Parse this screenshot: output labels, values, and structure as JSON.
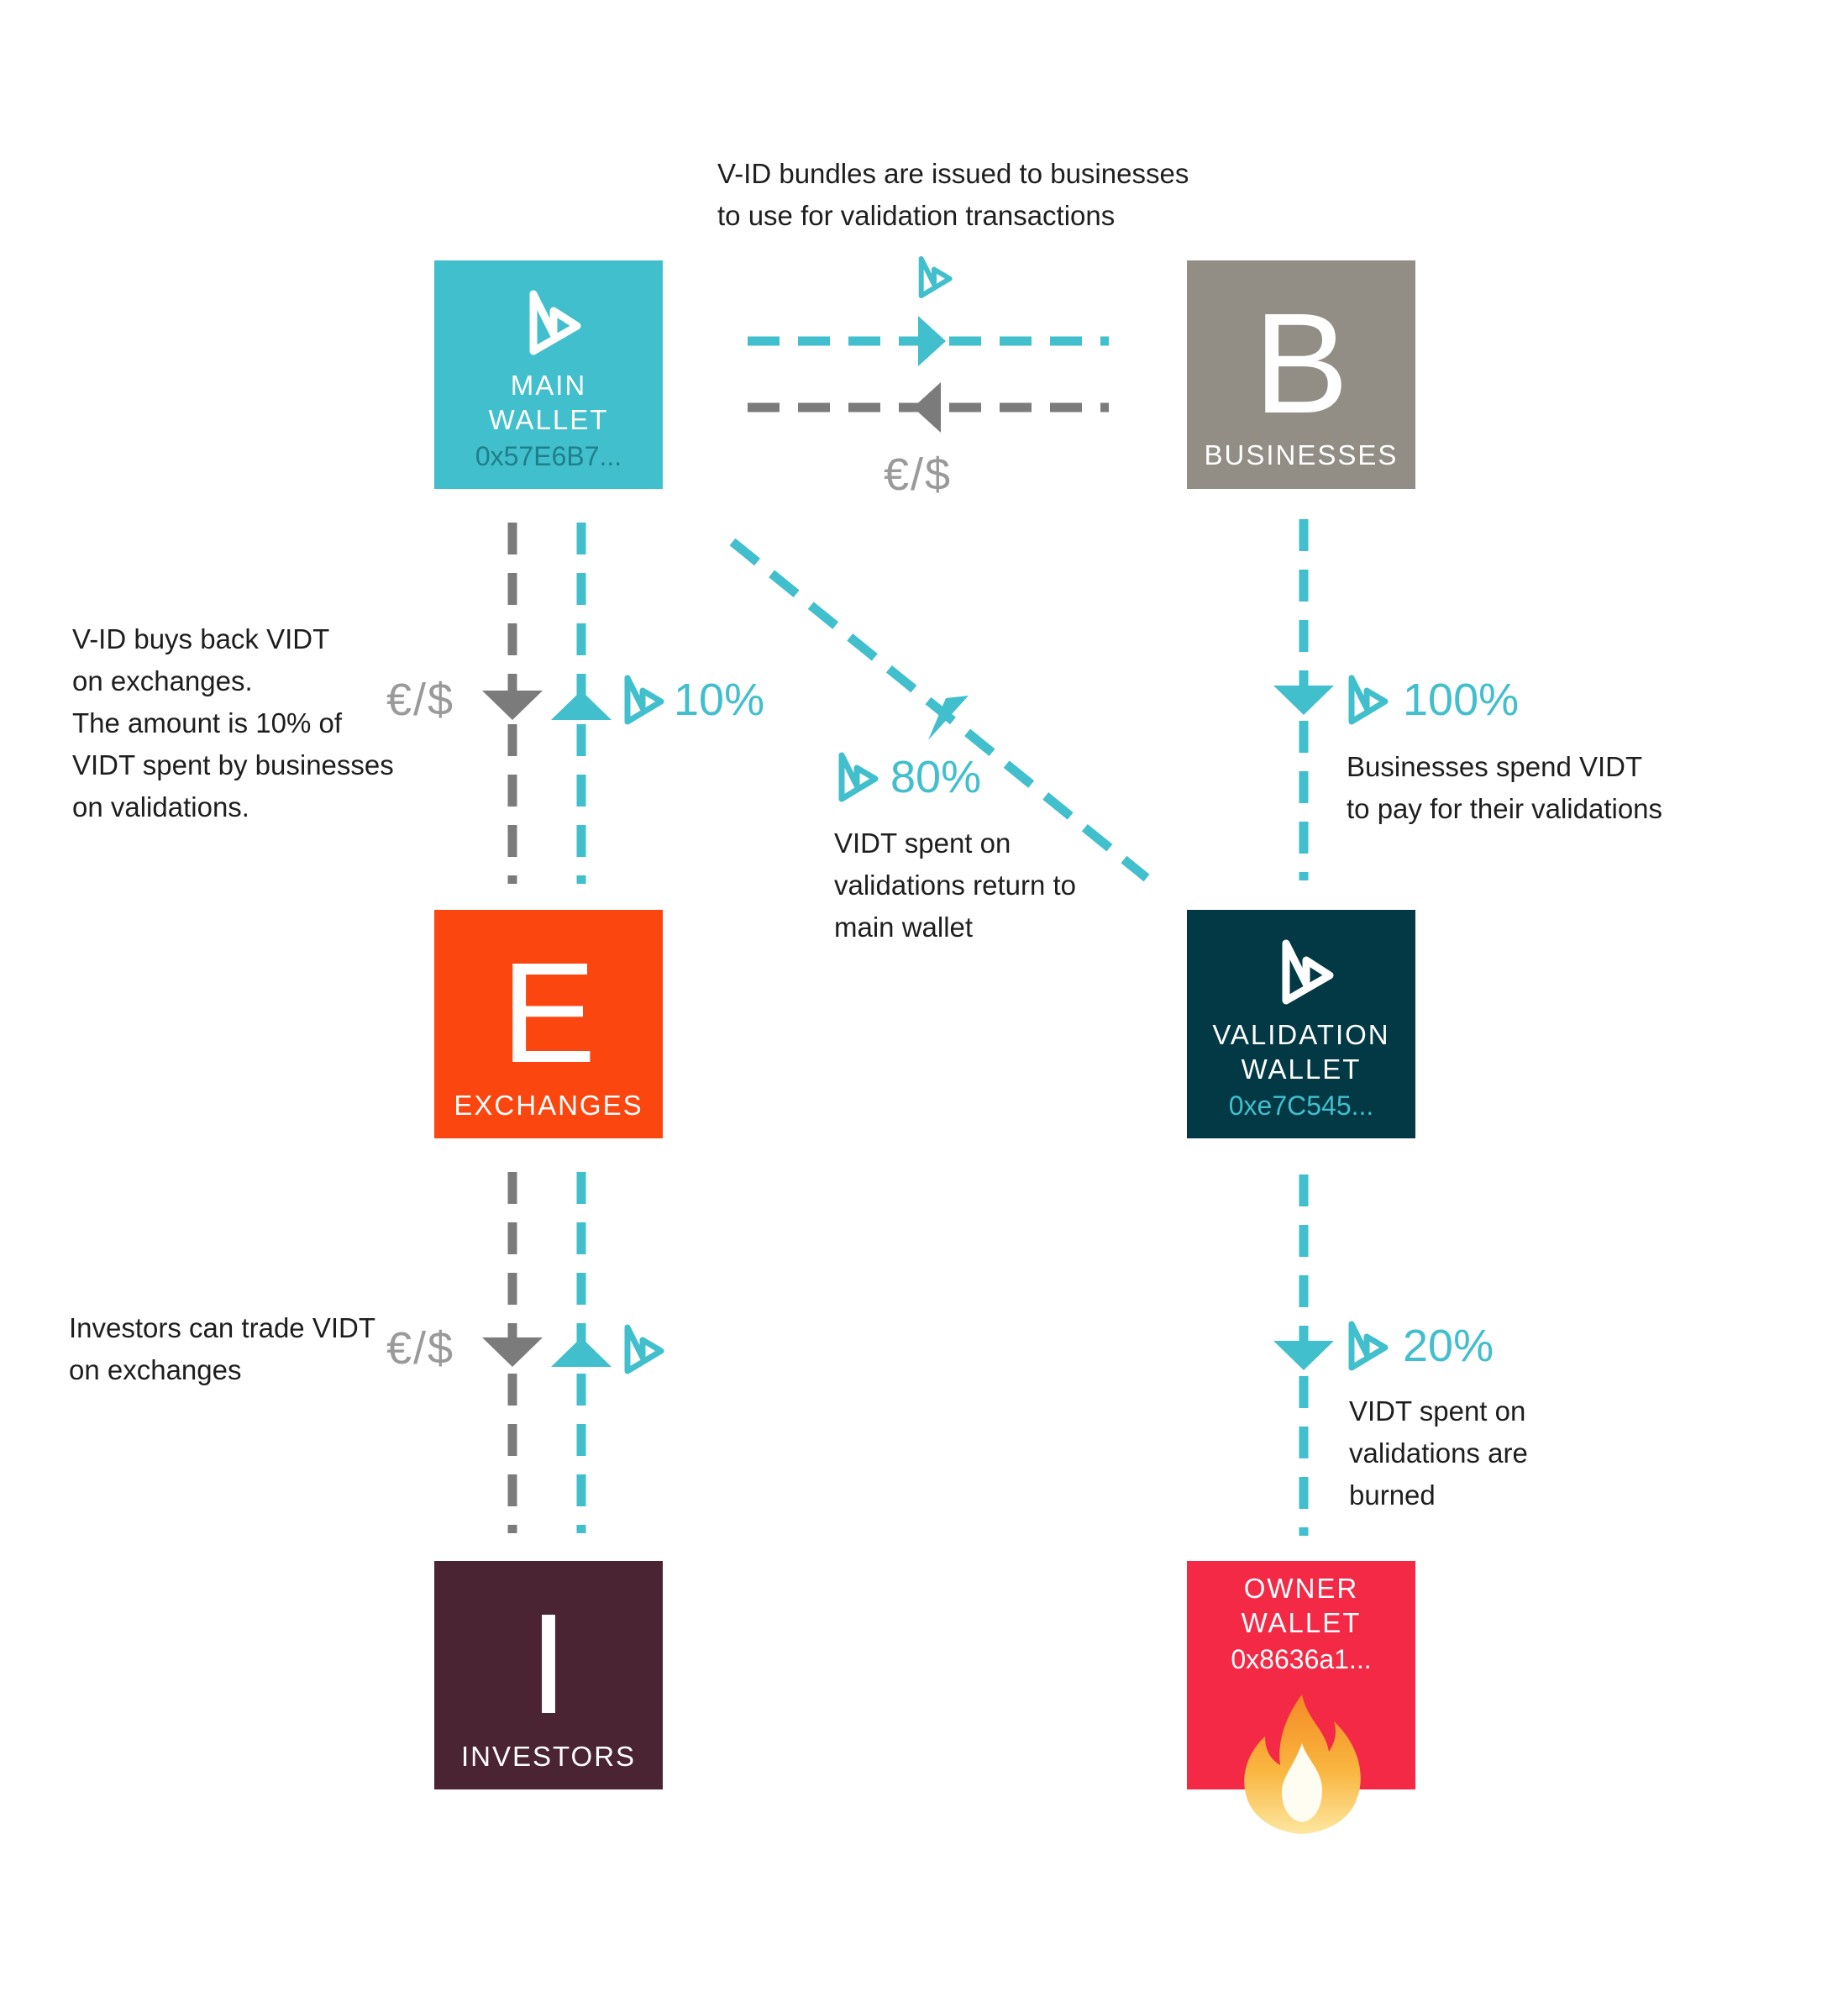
{
  "nodes": {
    "main_wallet": {
      "label_line1": "MAIN",
      "label_line2": "WALLET",
      "address": "0x57E6B7...",
      "color": "#41bfcc"
    },
    "businesses": {
      "letter": "B",
      "label": "BUSINESSES",
      "color": "#928e86"
    },
    "exchanges": {
      "letter": "E",
      "label": "EXCHANGES",
      "color": "#fc4610"
    },
    "validation_wallet": {
      "label_line1": "VALIDATION",
      "label_line2": "WALLET",
      "address": "0xe7C545...",
      "color": "#023944",
      "address_color": "#41bfcc"
    },
    "investors": {
      "letter": "I",
      "label": "INVESTORS",
      "color": "#4a2432"
    },
    "owner_wallet": {
      "label_line1": "OWNER",
      "label_line2": "WALLET",
      "address": "0x8636a1...",
      "color": "#f42945"
    }
  },
  "annotations": {
    "bundles": {
      "line1": "V-ID bundles are issued to businesses",
      "line2": "to use for validation transactions"
    },
    "buyback": {
      "line1": "V-ID buys back VIDT",
      "line2": "on exchanges.",
      "line3": "The amount is 10% of",
      "line4": "VIDT spent by businesses",
      "line5": "on validations."
    },
    "return": {
      "line1": "VIDT spent on",
      "line2": "validations return to",
      "line3": "main wallet"
    },
    "spend": {
      "line1": "Businesses spend VIDT",
      "line2": "to pay for their validations"
    },
    "investors_trade": {
      "line1": "Investors can trade VIDT",
      "line2": "on exchanges"
    },
    "burned": {
      "line1": "VIDT spent on",
      "line2": "validations are",
      "line3": "burned"
    }
  },
  "percentages": {
    "buyback": "10%",
    "return": "80%",
    "spend": "100%",
    "burn": "20%"
  },
  "currency_symbol": "€/$",
  "colors": {
    "token_flow": "#41bfcc",
    "fiat_flow": "#7b7b7b",
    "currency_text": "#9a9a9a",
    "flame_outer": "#f7a531",
    "flame_inner": "#fde7a0"
  },
  "icons": {
    "token": "vidt-logo-icon",
    "burn": "flame-icon"
  }
}
